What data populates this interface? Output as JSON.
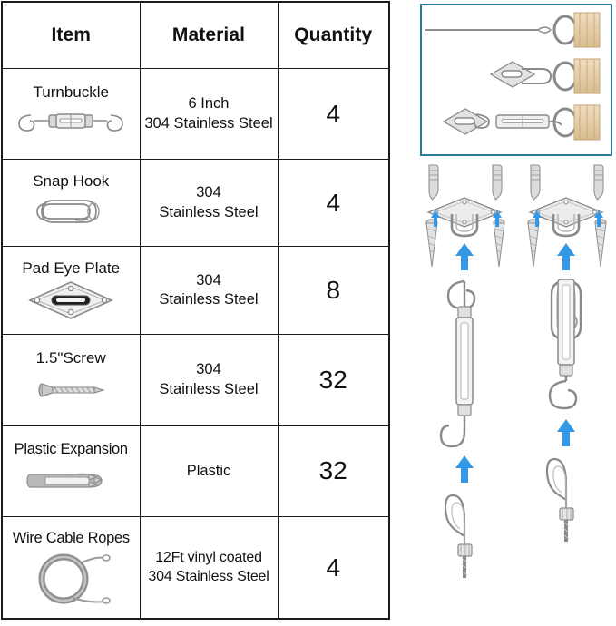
{
  "table": {
    "headers": [
      "Item",
      "Material",
      "Quantity"
    ],
    "rows": [
      {
        "item": "Turnbuckle",
        "icon": "turnbuckle-icon",
        "material_line1": "6 Inch",
        "material_line2": "304 Stainless Steel",
        "quantity": "4"
      },
      {
        "item": "Snap Hook",
        "icon": "snap-hook-icon",
        "material_line1": "304",
        "material_line2": "Stainless Steel",
        "quantity": "4"
      },
      {
        "item": "Pad Eye Plate",
        "icon": "pad-eye-plate-icon",
        "material_line1": "304",
        "material_line2": "Stainless Steel",
        "quantity": "8"
      },
      {
        "item": "1.5\"Screw",
        "icon": "screw-icon",
        "material_line1": "304",
        "material_line2": "Stainless Steel",
        "quantity": "32"
      },
      {
        "item": "Plastic Expansion",
        "icon": "wall-anchor-icon",
        "material_line1": "Plastic",
        "material_line2": "",
        "quantity": "32"
      },
      {
        "item": "Wire Cable Ropes",
        "icon": "wire-cable-rope-icon",
        "material_line1": "12Ft vinyl coated",
        "material_line2": "304 Stainless Steel",
        "quantity": "4"
      }
    ]
  },
  "illustration": {
    "box_border_color": "#2a7a9e",
    "arrow_color": "#3399e6",
    "assembly_examples": [
      "cable-to-sail-ring",
      "pad-eye-snap-hook-to-sail-ring",
      "pad-eye-turnbuckle-to-sail-ring"
    ],
    "exploded_steps_left": [
      "wall-anchor-pair",
      "pad-eye-plate",
      "screw-pair",
      "hook-turnbuckle",
      "wire-cable-loop"
    ],
    "exploded_steps_right": [
      "wall-anchor-pair",
      "pad-eye-plate",
      "screw-pair",
      "snap-hook",
      "hook-turnbuckle",
      "wire-cable-loop"
    ]
  }
}
